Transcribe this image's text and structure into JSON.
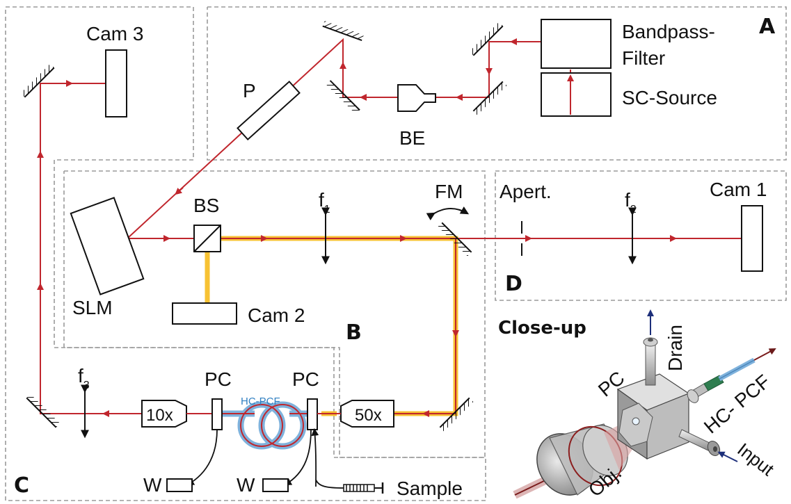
{
  "panels": {
    "a": "A",
    "b": "B",
    "c": "C",
    "d": "D"
  },
  "labels": {
    "bandpass_line1": "Bandpass-",
    "bandpass_line2": "Filter",
    "sc_source": "SC-Source",
    "be": "BE",
    "p": "P",
    "cam1": "Cam 1",
    "cam2": "Cam 2",
    "cam3": "Cam 3",
    "bs": "BS",
    "slm": "SLM",
    "fm": "FM",
    "apert": "Apert.",
    "f1": "f",
    "f1_sub": "1",
    "f2": "f",
    "f2_sub": "2",
    "f3": "f",
    "f3_sub": "3",
    "pc_left": "PC",
    "pc_right": "PC",
    "obj_10x": "10x",
    "obj_50x": "50x",
    "hc_pcf": "HC-PCF",
    "w_left": "W",
    "w_right": "W",
    "sample": "Sample",
    "closeup_title": "Close-up",
    "closeup_pc": "PC",
    "closeup_drain": "Drain",
    "closeup_hcpcf": "HC- PCF",
    "closeup_input": "Input",
    "closeup_obj": "Obj."
  },
  "colors": {
    "beam_red": "#c0262d",
    "beam_yellow": "#f7c233",
    "fiber_blue": "#7fb2dc",
    "hcpcf_text": "#2f7fc1",
    "arrow_blue": "#1d2f7a",
    "region_border": "#9a9a9a"
  }
}
